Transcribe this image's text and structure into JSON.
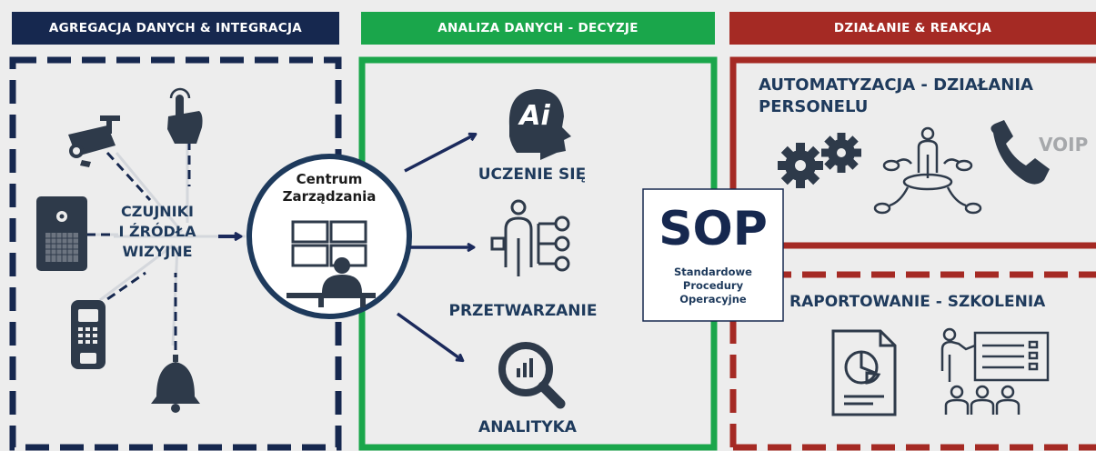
{
  "colors": {
    "navy": "#16284f",
    "green": "#1aa64b",
    "red": "#a52a24",
    "background": "#ededed",
    "icon_dark": "#2e3a4a",
    "arrow": "#1b2a5c"
  },
  "headers": {
    "aggregation": "AGREGACJA DANYCH & INTEGRACJA",
    "analysis": "ANALIZA DANYCH - DECYZJE",
    "action": "DZIAŁANIE & REAKCJA"
  },
  "sensors": {
    "label_line1": "CZUJNIKI",
    "label_line2": "I ŹRÓDŁA",
    "label_line3": "WIZYJNE",
    "icons": [
      "cctv-camera-icon",
      "touch-hand-icon",
      "intercom-panel-icon",
      "card-reader-icon",
      "bell-icon"
    ]
  },
  "center": {
    "line1": "Centrum",
    "line2": "Zarządzania"
  },
  "analysis": {
    "learning": "UCZENIE SIĘ",
    "ai_badge": "Ai",
    "processing": "PRZETWARZANIE",
    "analytics": "ANALITYKA"
  },
  "sop": {
    "title": "SOP",
    "line1": "Standardowe",
    "line2": "Procedury",
    "line3": "Operacyjne"
  },
  "action": {
    "automation_line1": "AUTOMATYZACJA - DZIAŁANIA",
    "automation_line2": "PERSONELU",
    "voip": "VOIP",
    "reporting": "RAPORTOWANIE - SZKOLENIA"
  }
}
